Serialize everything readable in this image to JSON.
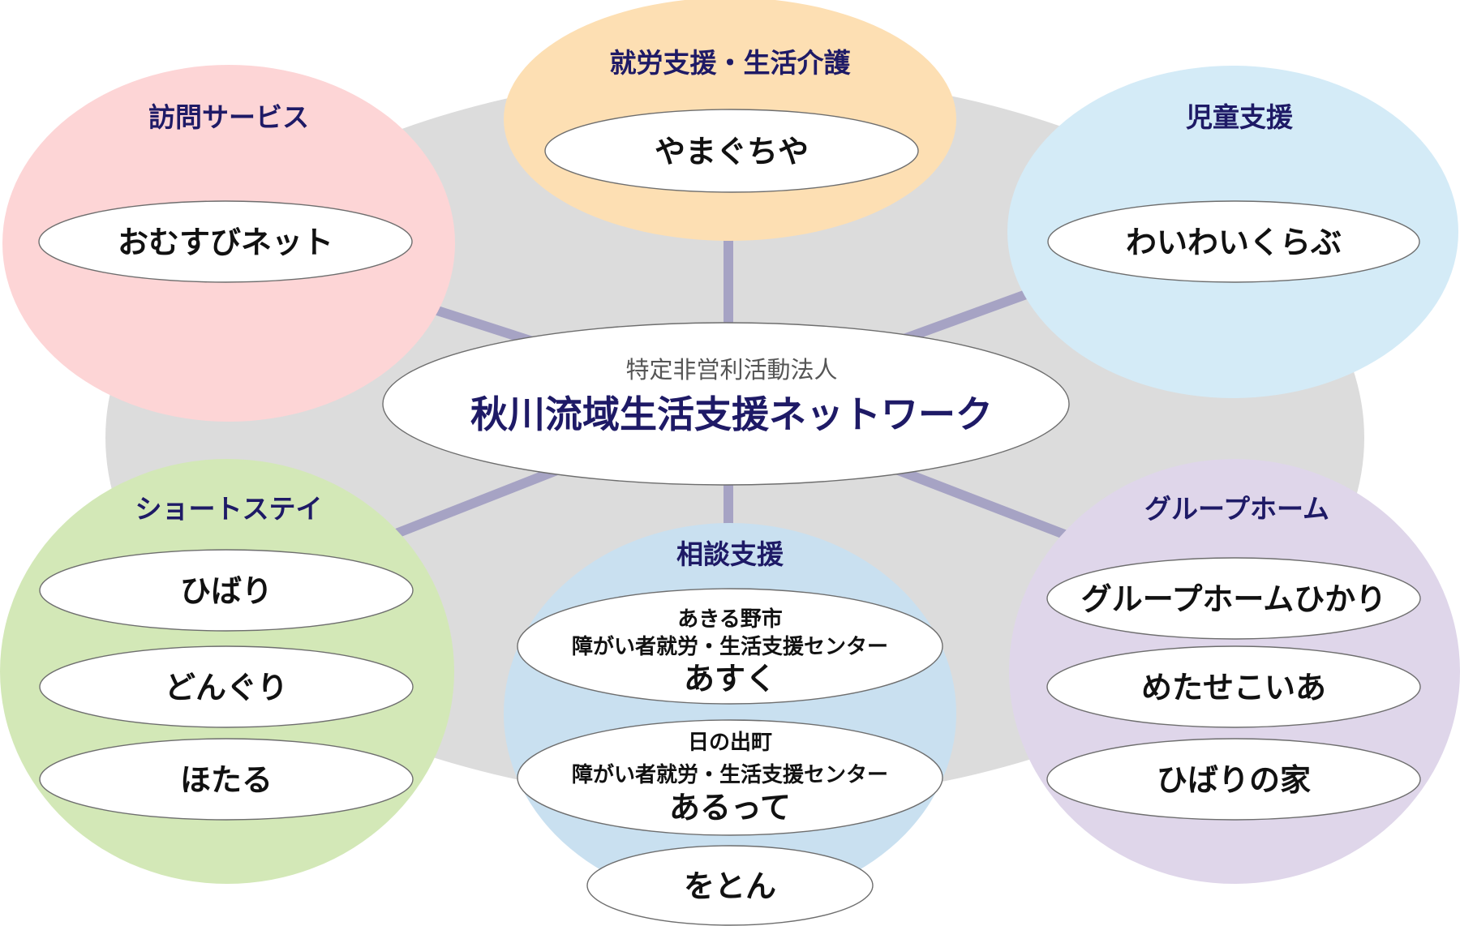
{
  "colors": {
    "background_ellipse": "#dcdcdc",
    "connector": "#a6a3c4",
    "title_text": "#1e1a66",
    "subtitle_text": "#555555",
    "item_text": "#111111"
  },
  "organization": {
    "subtitle": "特定非営利活動法人",
    "name": "秋川流域生活支援ネットワーク"
  },
  "categories": [
    {
      "id": "visit",
      "title": "訪問サービス",
      "color": "#fdd5d6",
      "items": [
        {
          "name": "おむすびネット"
        }
      ]
    },
    {
      "id": "employment",
      "title": "就労支援・生活介護",
      "color": "#fddfb3",
      "items": [
        {
          "name": "やまぐちや"
        }
      ]
    },
    {
      "id": "children",
      "title": "児童支援",
      "color": "#d4ebf7",
      "items": [
        {
          "name": "わいわいくらぶ"
        }
      ]
    },
    {
      "id": "shortstay",
      "title": "ショートステイ",
      "color": "#d3e8b7",
      "items": [
        {
          "name": "ひばり"
        },
        {
          "name": "どんぐり"
        },
        {
          "name": "ほたる"
        }
      ]
    },
    {
      "id": "consultation",
      "title": "相談支援",
      "color": "#c9e0f0",
      "items": [
        {
          "line1": "あきる野市",
          "line2": "障がい者就労・生活支援センター",
          "name": "あすく"
        },
        {
          "line1": "日の出町",
          "line2": "障がい者就労・生活支援センター",
          "name": "あるって"
        },
        {
          "name": "をとん"
        }
      ]
    },
    {
      "id": "grouphome",
      "title": "グループホーム",
      "color": "#dfd6ea",
      "items": [
        {
          "name": "グループホームひかり"
        },
        {
          "name": "めたせこいあ"
        },
        {
          "name": "ひばりの家"
        }
      ]
    }
  ]
}
